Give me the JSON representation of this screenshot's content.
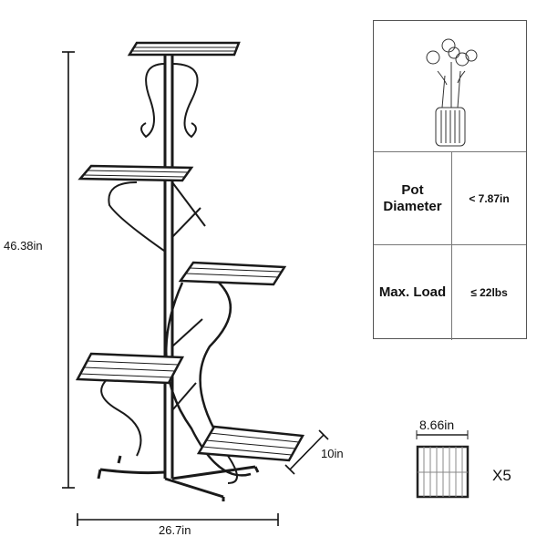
{
  "dimensions": {
    "height": "46.38in",
    "width": "26.7in",
    "depth": "10in",
    "shelf_width": "8.66in",
    "shelf_count": "X5"
  },
  "specs": {
    "icon": "flower-vase-icon",
    "rows": [
      {
        "label": "Pot Diameter",
        "value": "< 7.87in"
      },
      {
        "label": "Max. Load",
        "value": "≤ 22lbs"
      }
    ]
  },
  "colors": {
    "metal": "#1a1a1a",
    "line": "#111111"
  }
}
